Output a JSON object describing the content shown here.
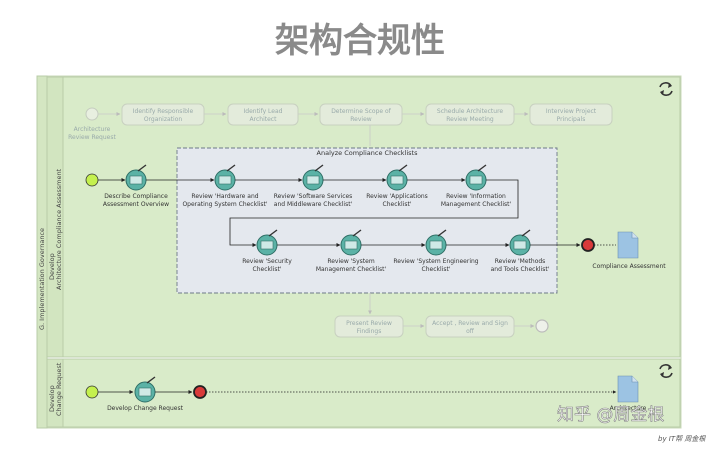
{
  "title": "架构合规性",
  "outer_lane_label": "G. Implementation Governance",
  "lanes": [
    {
      "label_line1": "Develop",
      "label_line2": "Architecture Compliance Assessment"
    },
    {
      "label_line1": "Develop",
      "label_line2": "Change Request"
    }
  ],
  "faded_steps": [
    {
      "l1": "Architecture",
      "l2": "Review Request"
    },
    {
      "l1": "Identify Responsible",
      "l2": "Organization"
    },
    {
      "l1": "Identify Lead",
      "l2": "Architect"
    },
    {
      "l1": "Determine Scope of",
      "l2": "Review"
    },
    {
      "l1": "Schedule Architecture",
      "l2": "Review Meeting"
    },
    {
      "l1": "Interview Project",
      "l2": "Principals"
    }
  ],
  "group_label": "Analyze Compliance Checklists",
  "tasks_lane1": [
    {
      "l1": "Describe Compliance",
      "l2": "Assessment Overview"
    },
    {
      "l1": "Review 'Hardware and",
      "l2": "Operating System Checklist'"
    },
    {
      "l1": "Review 'Software Services",
      "l2": "and Middleware Checklist'"
    },
    {
      "l1": "Review 'Applications",
      "l2": "Checklist'"
    },
    {
      "l1": "Review 'Information",
      "l2": "Management Checklist'"
    },
    {
      "l1": "Review 'Security",
      "l2": "Checklist'"
    },
    {
      "l1": "Review 'System",
      "l2": "Management Checklist'"
    },
    {
      "l1": "Review 'System Engineering",
      "l2": "Checklist'"
    },
    {
      "l1": "Review 'Methods",
      "l2": "and Tools Checklist'"
    }
  ],
  "doc_lane1": "Compliance Assessment",
  "faded_bottom": [
    {
      "l1": "Present Review",
      "l2": "Findings"
    },
    {
      "l1": "Accept , Review and Sign",
      "l2": "off"
    }
  ],
  "task_lane2": "Develop Change Request",
  "doc_lane2": "Architecture",
  "watermark": "知乎 @周金根",
  "credit": "by IT帮 周金根",
  "colors": {
    "lane_bg": "#d9ebc9",
    "group_bg": "#e4e8ee",
    "accent_green": "#b6e24a",
    "end_red": "#d93a3a",
    "doc_blue": "#9cc3e3"
  }
}
